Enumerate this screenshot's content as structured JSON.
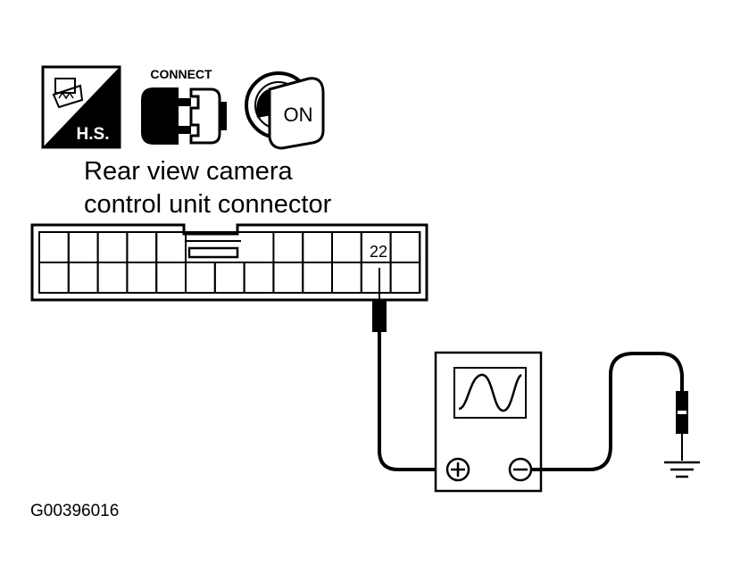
{
  "icons": {
    "hs_label": "H.S.",
    "connect_label": "CONNECT",
    "ignition_label": "ON"
  },
  "title": {
    "line1": "Rear view camera",
    "line2": "control unit connector"
  },
  "connector": {
    "terminal_label": "22"
  },
  "meter": {
    "positive_symbol": "+",
    "negative_symbol": "−"
  },
  "figure_id": "G00396016",
  "colors": {
    "ink": "#000000",
    "paper": "#ffffff"
  }
}
